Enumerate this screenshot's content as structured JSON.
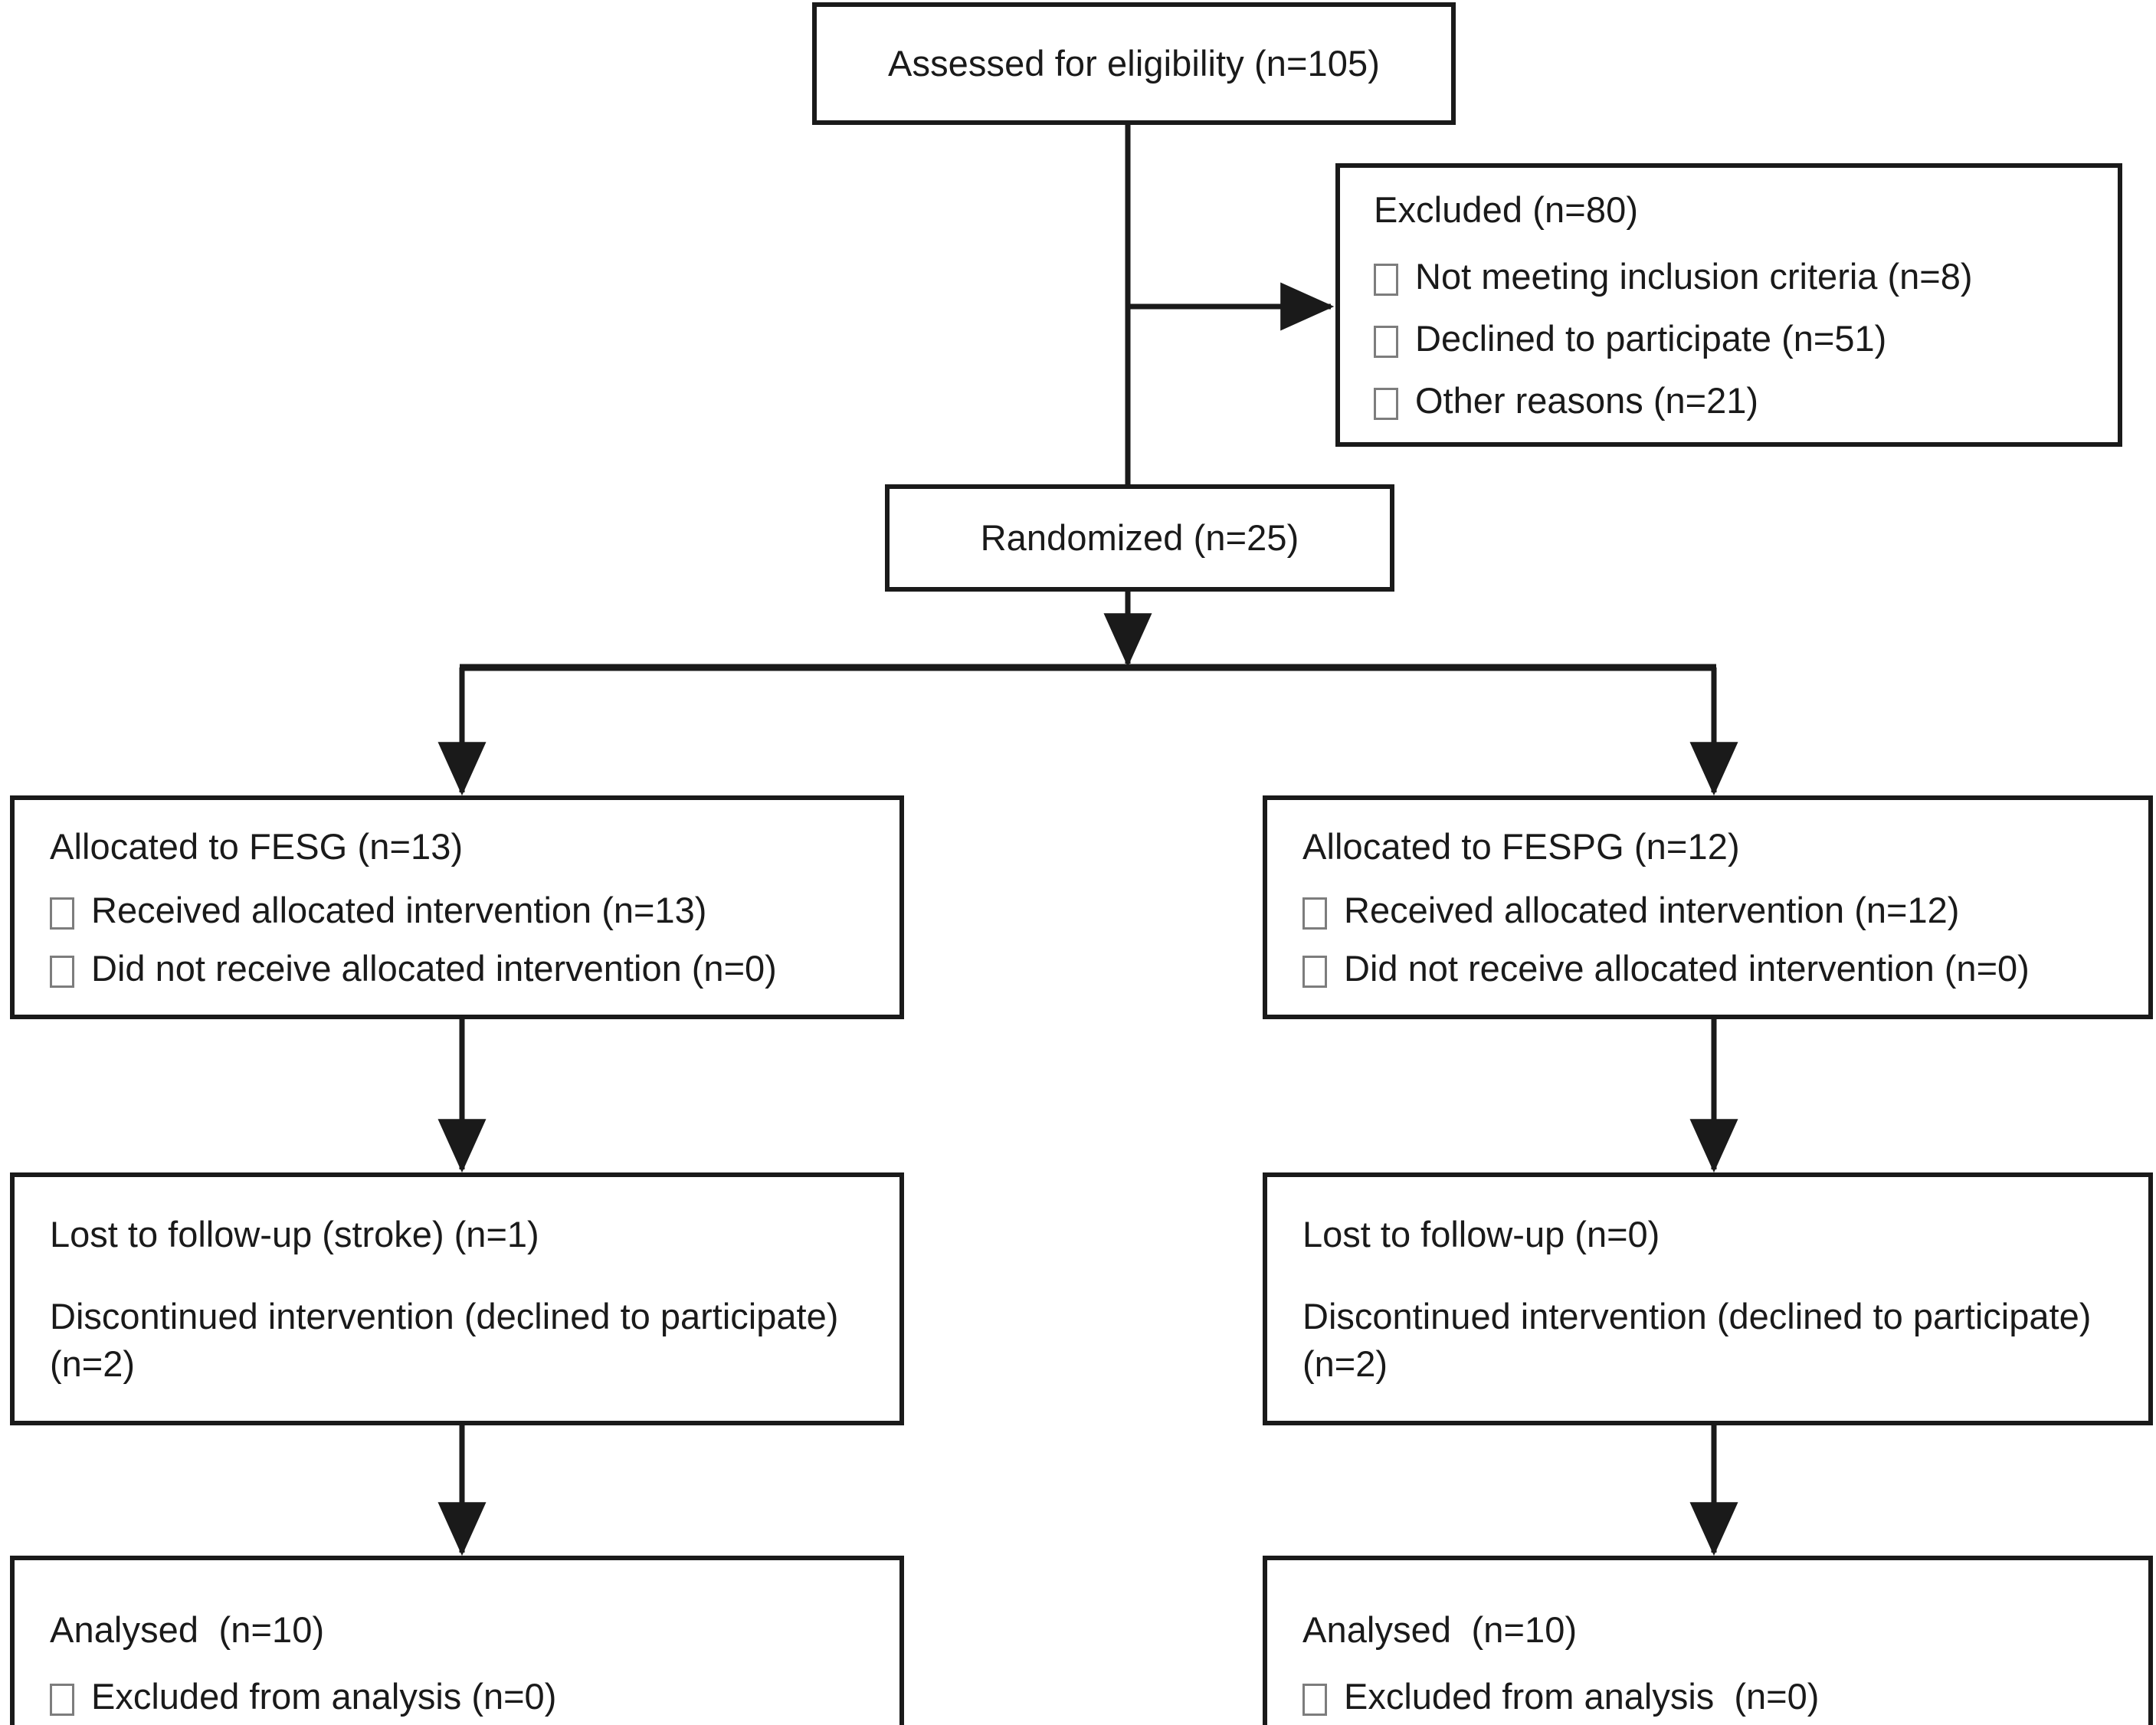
{
  "diagram": {
    "type": "consort-flow-diagram",
    "title": "CONSORT participant flow diagram",
    "line_color": "#1a1a1a",
    "bullet_glyph": "hollow-square",
    "nodes": {
      "enrollment": {
        "label": "Assessed for eligibility (n=105)"
      },
      "excluded": {
        "heading": "Excluded (n=80)",
        "reasons": [
          "Not meeting inclusion criteria (n=8)",
          "Declined to participate (n=51)",
          "Other reasons (n=21)"
        ]
      },
      "randomized": {
        "label": "Randomized (n=25)"
      },
      "allocation_left": {
        "heading": "Allocated to FESG (n=13)",
        "items": [
          "Received allocated intervention (n=13)",
          "Did not receive allocated intervention (n=0)"
        ]
      },
      "allocation_right": {
        "heading": "Allocated to FESPG (n=12)",
        "items": [
          "Received allocated intervention (n=12)",
          "Did not receive allocated intervention (n=0)"
        ]
      },
      "followup_left": {
        "line1": "Lost to follow-up (stroke) (n=1)",
        "line2": "Discontinued intervention (declined to participate)",
        "line3": "(n=2)"
      },
      "followup_right": {
        "line1": "Lost to follow-up (n=0)",
        "line2": "Discontinued intervention (declined to participate)",
        "line3": "(n=2)"
      },
      "analysis_left": {
        "heading": "Analysed  (n=10)",
        "items": [
          "Excluded from analysis (n=0)"
        ]
      },
      "analysis_right": {
        "heading": "Analysed  (n=10)",
        "items": [
          "Excluded from analysis  (n=0)"
        ]
      }
    }
  }
}
